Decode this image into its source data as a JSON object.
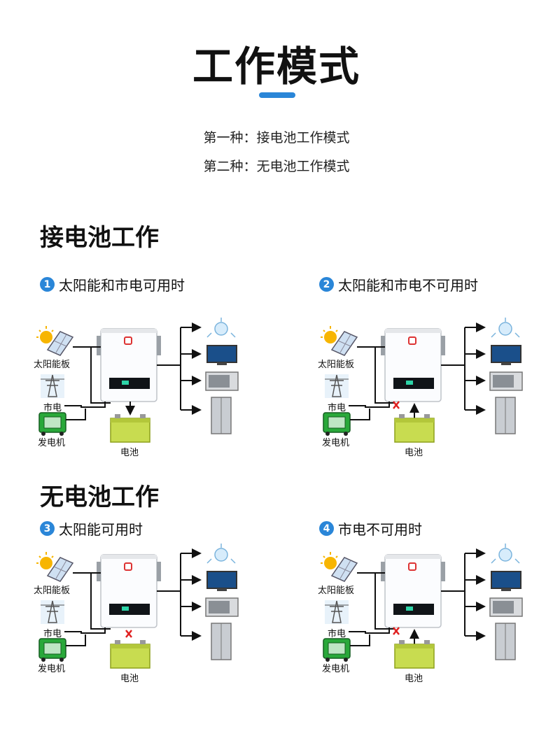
{
  "header": {
    "title": "工作模式",
    "modes": [
      "第一种：接电池工作模式",
      "第二种：无电池工作模式"
    ]
  },
  "sections": [
    {
      "title": "接电池工作",
      "cases": [
        {
          "num": "1",
          "label": "太阳能和市电可用时",
          "battery_link": "ok"
        },
        {
          "num": "2",
          "label": "太阳能和市电不可用时",
          "battery_link": "mains-cut"
        }
      ]
    },
    {
      "title": "无电池工作",
      "cases": [
        {
          "num": "3",
          "label": "太阳能可用时",
          "battery_link": "battery-cut"
        },
        {
          "num": "4",
          "label": "市电不可用时",
          "battery_link": "mains-cut"
        }
      ]
    }
  ],
  "diagram_labels": {
    "solar": "太阳能板",
    "mains": "市电",
    "generator": "发电机",
    "battery": "电池"
  },
  "colors": {
    "accent": "#2a86d8",
    "cut": "#e02020",
    "battery": "#c8dc50"
  }
}
